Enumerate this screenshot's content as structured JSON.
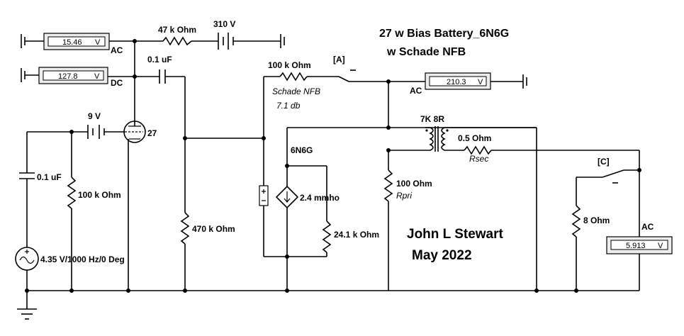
{
  "title": {
    "line1": "27 w Bias Battery_6N6G",
    "line2": "w Schade NFB"
  },
  "author": {
    "name": "John L Stewart",
    "date": "May 2022"
  },
  "meters": {
    "grid_ac": {
      "value": "15.46",
      "unit": "V",
      "mode": "AC"
    },
    "grid_dc": {
      "value": "127.8",
      "unit": "V",
      "mode": "DC"
    },
    "plate_ac": {
      "value": "210.3",
      "unit": "V",
      "mode": "AC"
    },
    "load_ac": {
      "value": "5.913",
      "unit": "V",
      "mode": "AC"
    }
  },
  "components": {
    "r_plate_load": "47 k Ohm",
    "battery_b_plus": "310 V",
    "c_coupling": "0.1 uF",
    "r_feedback": "100 k Ohm",
    "feedback_label": "Schade NFB",
    "feedback_db": "7.1 db",
    "switch_a": "[A]",
    "battery_bias": "9 V",
    "tube": "27",
    "c_input": "0.1 uF",
    "r_grid": "100 k Ohm",
    "source": "4.35 V/1000 Hz/0 Deg",
    "r_grid_output": "470 k Ohm",
    "output_tube": "6N6G",
    "transconductance": "2.4 mmho",
    "r_plate_output": "24.1 k Ohm",
    "transformer": "7K 8R",
    "r_primary": "100  Ohm",
    "r_primary_name": "Rpri",
    "r_secondary": "0.5  Ohm",
    "r_secondary_name": "Rsec",
    "switch_c": "[C]",
    "r_load": "8  Ohm"
  }
}
